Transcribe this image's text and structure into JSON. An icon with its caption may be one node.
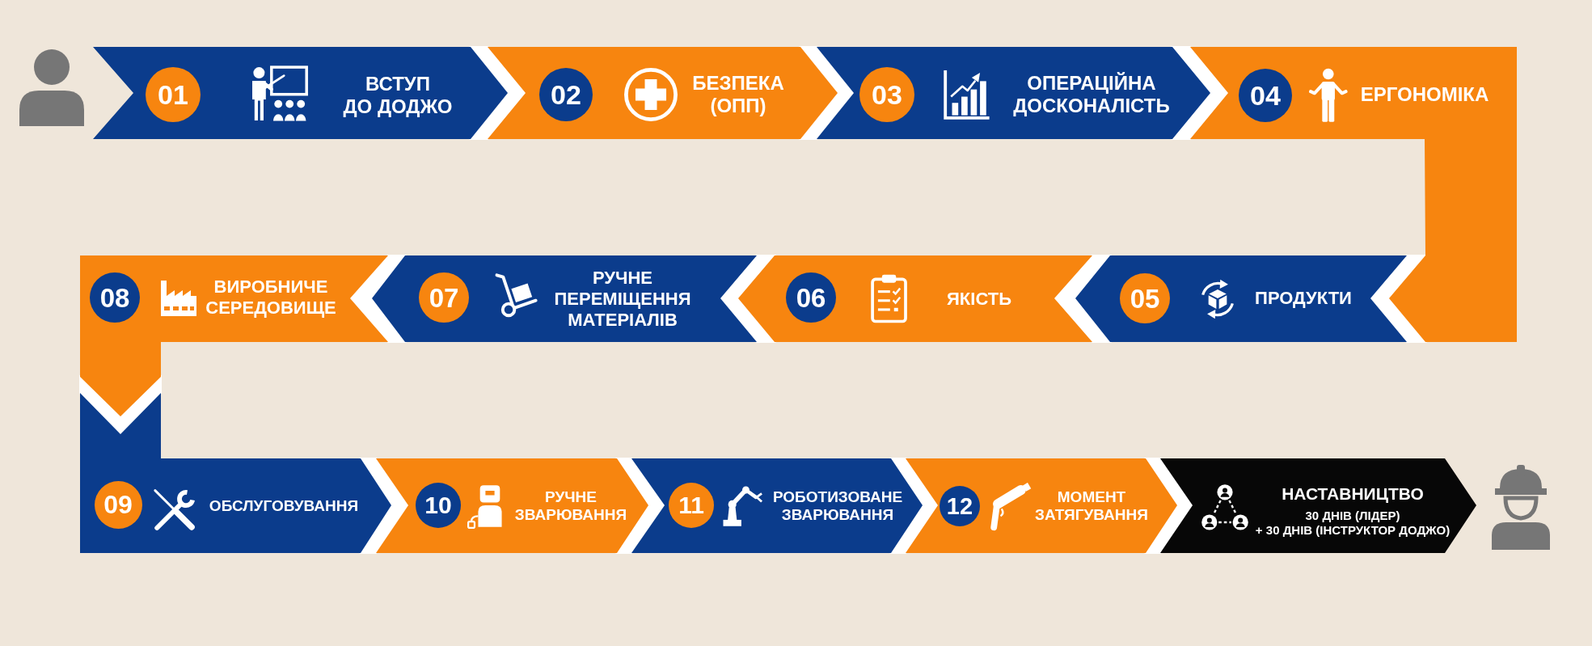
{
  "diagram": {
    "nodes": [
      {
        "text": [
          "01",
          "ВСТУП ДО ДОДЖО"
        ]
      },
      {
        "text": [
          "02",
          "БЕЗПЕКА (ОПП)"
        ]
      },
      {
        "text": [
          "03",
          "ОПЕРАЦІЙНА ДОСКОНАЛІСТЬ"
        ]
      },
      {
        "text": [
          "04",
          "ЕРГОНОМІКА"
        ]
      },
      {
        "text": [
          "05",
          "ПРОДУКТИ"
        ]
      },
      {
        "text": [
          "06",
          "ЯКІСТЬ"
        ]
      },
      {
        "text": [
          "07",
          "РУЧНЕ ПЕРЕМІЩЕННЯ МАТЕРІАЛІВ"
        ]
      },
      {
        "text": [
          "08",
          "ВИРОБНИЧЕ СЕРЕДОВИЩЕ"
        ]
      },
      {
        "text": [
          "09",
          "ОБСЛУГОВУВАННЯ"
        ]
      },
      {
        "text": [
          "10",
          "РУЧНЕ ЗВАРЮВАННЯ"
        ]
      },
      {
        "text": [
          "11",
          "РОБОТИЗОВАНЕ ЗВАРЮВАННЯ"
        ]
      },
      {
        "text": [
          "12",
          "МОМЕНТ ЗАТЯГУВАННЯ"
        ]
      },
      {
        "text": [
          "НАСТАВНИЦТВО",
          "30 ДНІВ (ЛІДЕР) + 30 ДНІВ (ІНСТРУКТОР ДОДЖО)"
        ]
      }
    ]
  }
}
